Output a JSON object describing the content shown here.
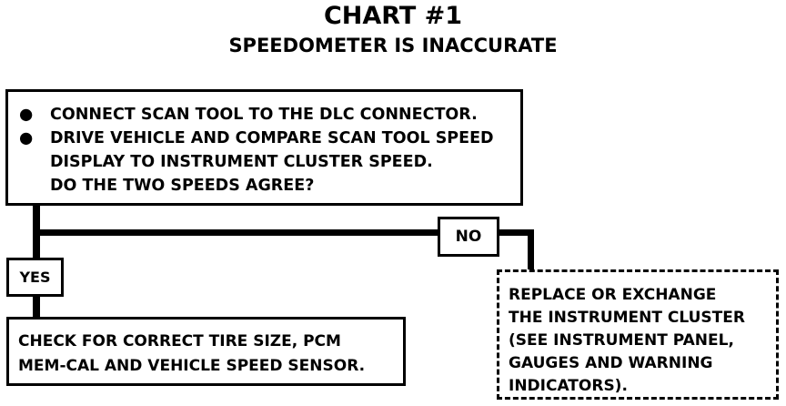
{
  "chart": {
    "title": "CHART #1",
    "subtitle": "SPEEDOMETER IS INACCURATE"
  },
  "start_box": {
    "bullet_1": "CONNECT SCAN TOOL TO THE DLC CONNECTOR.",
    "bullet_2_line_1": "DRIVE VEHICLE AND COMPARE SCAN TOOL SPEED",
    "bullet_2_line_2": "DISPLAY TO INSTRUMENT CLUSTER SPEED.",
    "question": "DO THE TWO SPEEDS AGREE?"
  },
  "branches": {
    "yes_label": "YES",
    "no_label": "NO"
  },
  "yes_result": {
    "line_1": "CHECK FOR CORRECT TIRE SIZE, PCM",
    "line_2": "MEM-CAL AND VEHICLE SPEED SENSOR."
  },
  "no_result": {
    "line_1": "REPLACE OR EXCHANGE",
    "line_2": "THE INSTRUMENT CLUSTER",
    "line_3": "(SEE INSTRUMENT PANEL,",
    "line_4": "GAUGES AND WARNING",
    "line_5": "INDICATORS)."
  }
}
